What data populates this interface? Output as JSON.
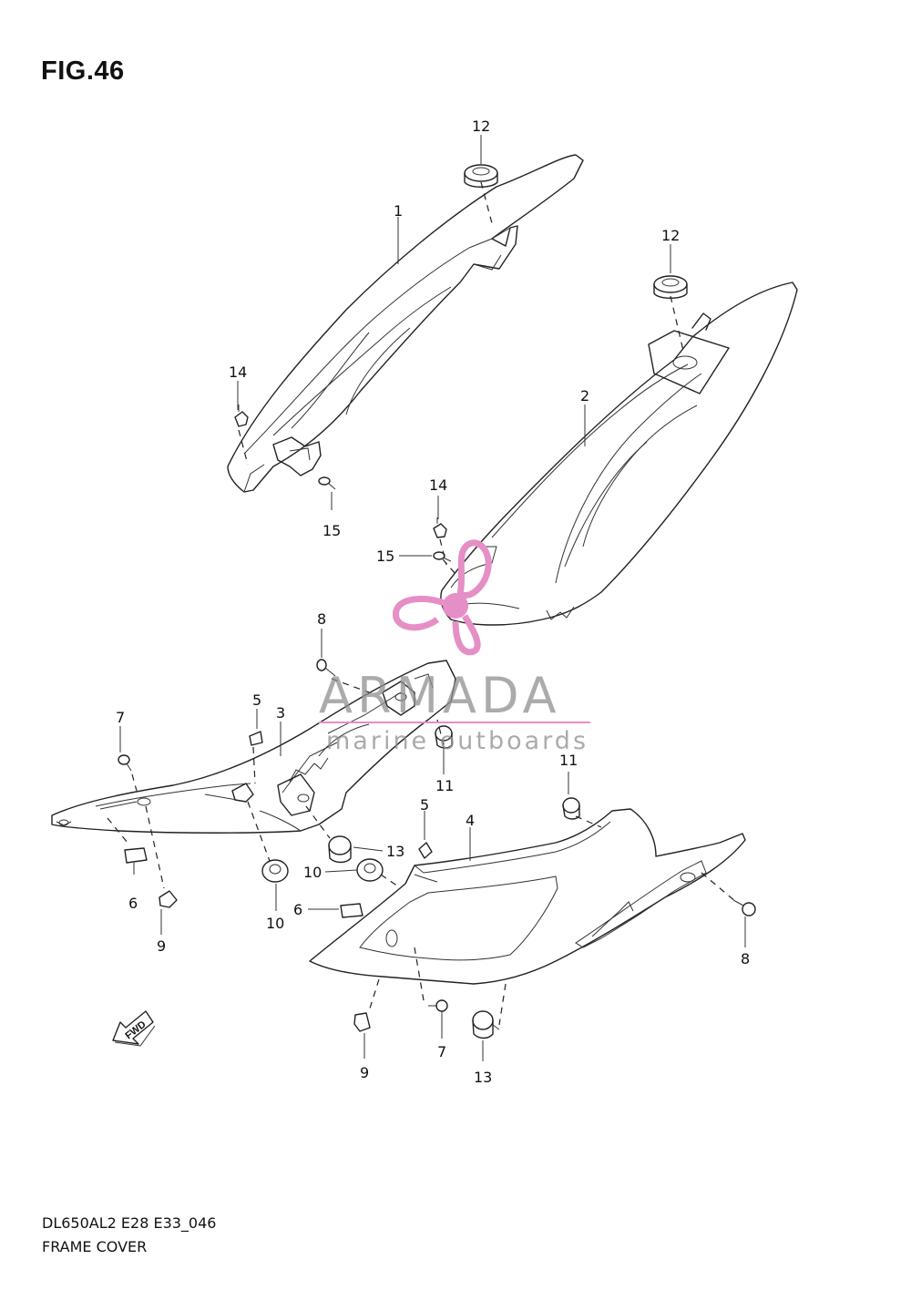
{
  "figure": {
    "title": "FIG.46",
    "model_code": "DL650AL2 E28 E33_046",
    "name": "FRAME COVER"
  },
  "watermark": {
    "brand": "ARMADA",
    "tagline": "marine outboards",
    "logo_color": "#e58fc6",
    "line_color": "#e58fc6"
  },
  "direction_indicator": {
    "label": "FWD",
    "icon": "forward-arrow-icon"
  },
  "callouts": [
    {
      "label": "12",
      "part": "grommet"
    },
    {
      "label": "1",
      "part": "frame cover upper"
    },
    {
      "label": "14",
      "part": "clip"
    },
    {
      "label": "15",
      "part": "screw"
    },
    {
      "label": "12",
      "part": "grommet"
    },
    {
      "label": "2",
      "part": "frame cover"
    },
    {
      "label": "14",
      "part": "clip"
    },
    {
      "label": "15",
      "part": "screw"
    },
    {
      "label": "8",
      "part": "screw"
    },
    {
      "label": "5",
      "part": "cushion"
    },
    {
      "label": "3",
      "part": "frame cover lower"
    },
    {
      "label": "7",
      "part": "screw"
    },
    {
      "label": "11",
      "part": "cushion"
    },
    {
      "label": "13",
      "part": "cushion"
    },
    {
      "label": "10",
      "part": "grommet"
    },
    {
      "label": "6",
      "part": "cushion"
    },
    {
      "label": "9",
      "part": "nut"
    },
    {
      "label": "5",
      "part": "cushion"
    },
    {
      "label": "4",
      "part": "frame cover lower"
    },
    {
      "label": "11",
      "part": "cushion"
    },
    {
      "label": "10",
      "part": "grommet"
    },
    {
      "label": "6",
      "part": "cushion"
    },
    {
      "label": "8",
      "part": "screw"
    },
    {
      "label": "9",
      "part": "nut"
    },
    {
      "label": "7",
      "part": "screw"
    },
    {
      "label": "13",
      "part": "cushion"
    }
  ]
}
